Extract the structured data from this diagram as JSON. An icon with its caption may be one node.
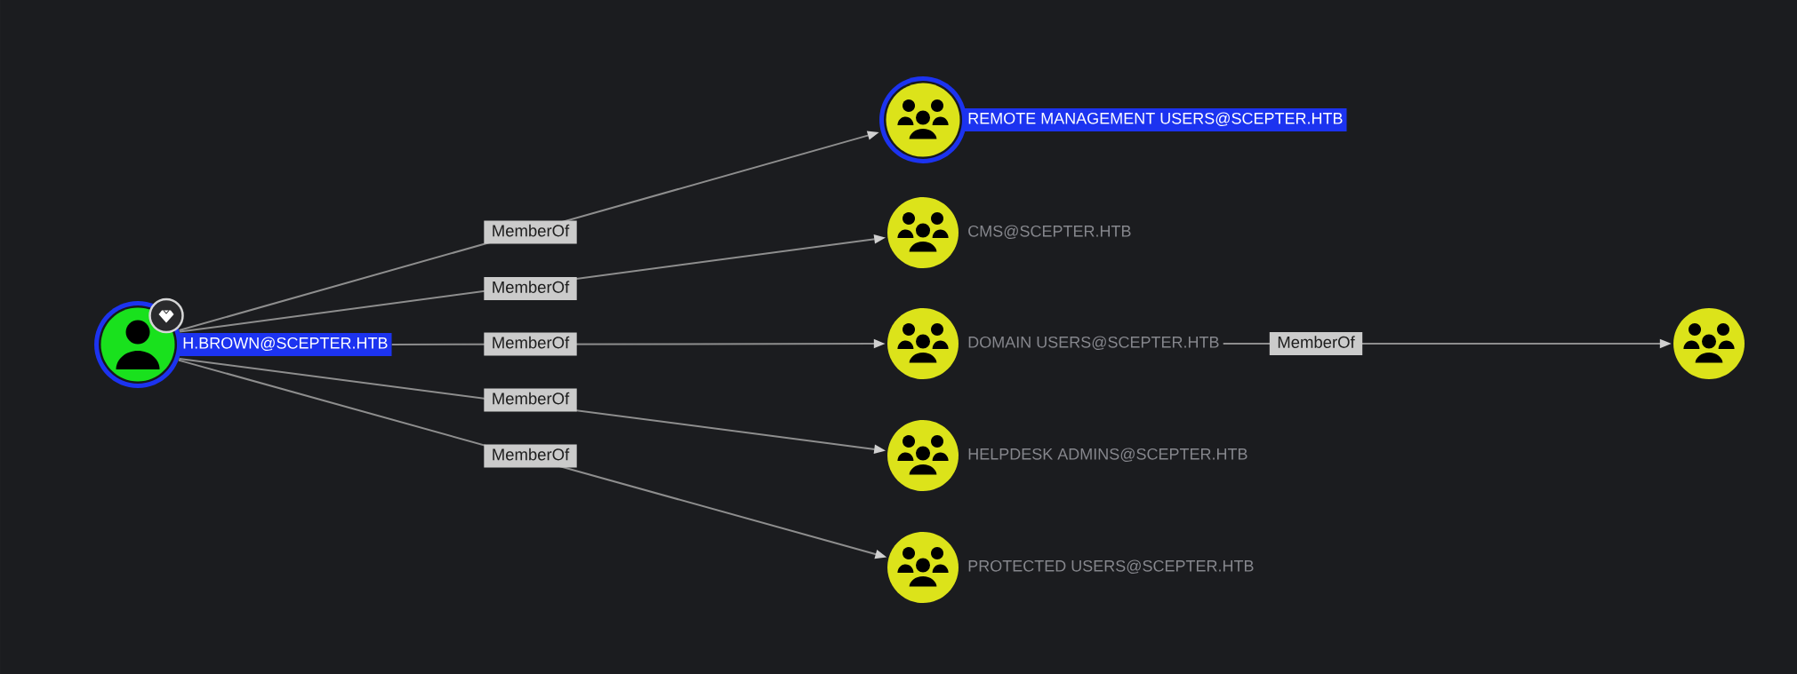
{
  "diagram": {
    "nodes": [
      {
        "text": [
          "H.BROWN@SCEPTER.HTB"
        ]
      },
      {
        "text": [
          "REMOTE MANAGEMENT USERS@SCEPTER.HTB"
        ]
      },
      {
        "text": [
          "CMS@SCEPTER.HTB"
        ]
      },
      {
        "text": [
          "DOMAIN USERS@SCEPTER.HTB"
        ]
      },
      {
        "text": [
          "HELPDESK ADMINS@SCEPTER.HTB"
        ]
      },
      {
        "text": [
          "PROTECTED USERS@SCEPTER.HTB"
        ]
      },
      {
        "text": [],
        "shape": "circle"
      }
    ],
    "edges": [
      {
        "from": 0,
        "to": 1,
        "arrow": "to",
        "label": "MemberOf"
      },
      {
        "from": 0,
        "to": 2,
        "arrow": "to",
        "label": "MemberOf"
      },
      {
        "from": 0,
        "to": 3,
        "arrow": "to",
        "label": "MemberOf"
      },
      {
        "from": 0,
        "to": 4,
        "arrow": "to",
        "label": "MemberOf"
      },
      {
        "from": 0,
        "to": 5,
        "arrow": "to",
        "label": "MemberOf"
      },
      {
        "from": 3,
        "to": 6,
        "arrow": "to",
        "label": "MemberOf"
      }
    ]
  }
}
